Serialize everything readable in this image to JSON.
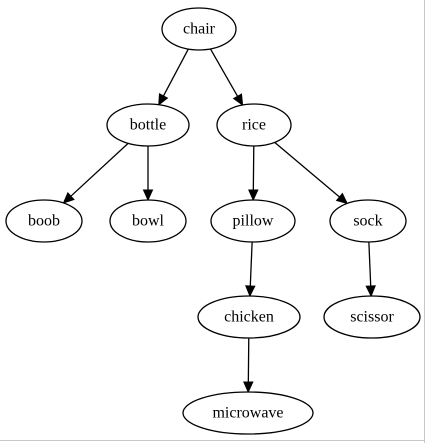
{
  "nodes": [
    {
      "id": "chair",
      "label": "chair"
    },
    {
      "id": "bottle",
      "label": "bottle"
    },
    {
      "id": "rice",
      "label": "rice"
    },
    {
      "id": "boob",
      "label": "boob"
    },
    {
      "id": "bowl",
      "label": "bowl"
    },
    {
      "id": "pillow",
      "label": "pillow"
    },
    {
      "id": "sock",
      "label": "sock"
    },
    {
      "id": "chicken",
      "label": "chicken"
    },
    {
      "id": "scissor",
      "label": "scissor"
    },
    {
      "id": "microwave",
      "label": "microwave"
    }
  ],
  "edges": [
    {
      "from": "chair",
      "to": "bottle"
    },
    {
      "from": "chair",
      "to": "rice"
    },
    {
      "from": "bottle",
      "to": "boob"
    },
    {
      "from": "bottle",
      "to": "bowl"
    },
    {
      "from": "rice",
      "to": "pillow"
    },
    {
      "from": "rice",
      "to": "sock"
    },
    {
      "from": "pillow",
      "to": "chicken"
    },
    {
      "from": "sock",
      "to": "scissor"
    },
    {
      "from": "chicken",
      "to": "microwave"
    }
  ],
  "colors": {
    "stroke": "#000000",
    "fill": "#ffffff",
    "frame": "#c8c8c8"
  }
}
